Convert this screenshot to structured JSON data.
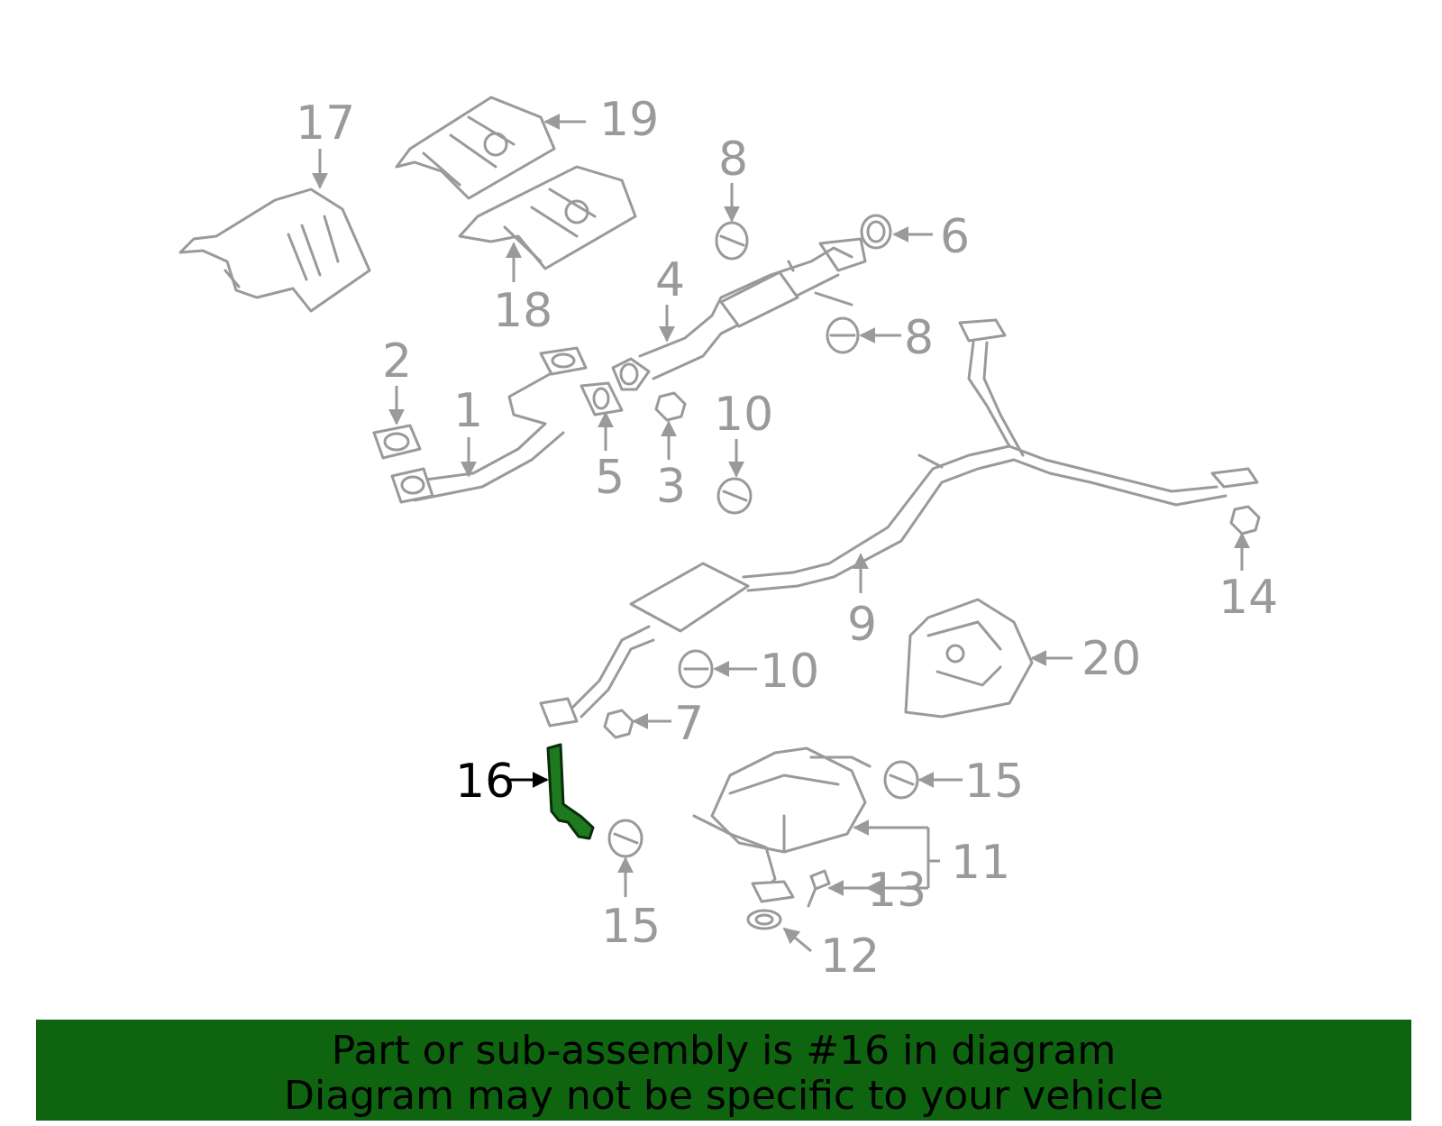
{
  "diagram": {
    "labels": {
      "p1": "1",
      "p2": "2",
      "p3": "3",
      "p4": "4",
      "p5": "5",
      "p6": "6",
      "p7": "7",
      "p8a": "8",
      "p8b": "8",
      "p9": "9",
      "p10a": "10",
      "p10b": "10",
      "p11": "11",
      "p12": "12",
      "p13": "13",
      "p14": "14",
      "p15a": "15",
      "p15b": "15",
      "p16": "16",
      "p17": "17",
      "p18": "18",
      "p19": "19",
      "p20": "20"
    },
    "highlight_part": "16",
    "colors": {
      "highlight": "#1e7a1e",
      "lines": "#9a9a9a",
      "banner": "#0f6410"
    }
  },
  "banner": {
    "line1": "Part or sub-assembly is #16 in diagram",
    "line2": "Diagram may not be specific to your vehicle"
  }
}
